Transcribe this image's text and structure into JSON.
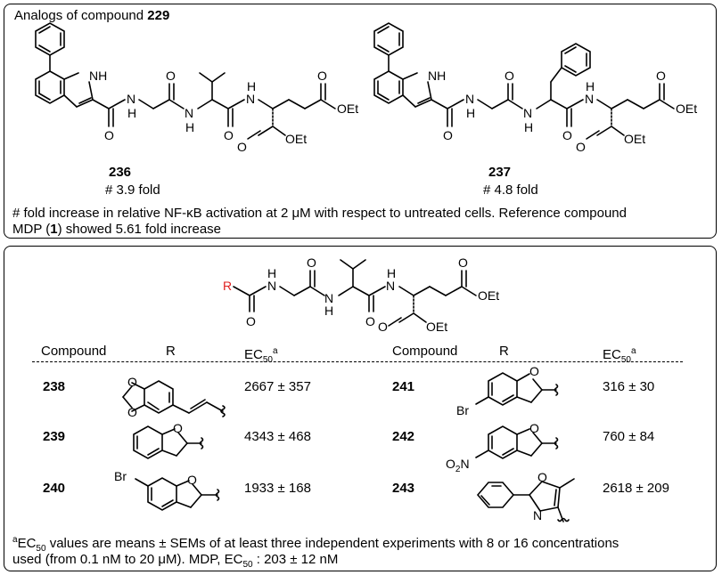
{
  "top_panel": {
    "heading_prefix": "Analogs of compound ",
    "heading_compound": "229",
    "compounds": [
      {
        "id": "236",
        "activity": "# 3.9 fold"
      },
      {
        "id": "237",
        "activity": "# 4.8 fold"
      }
    ],
    "footnote_line1": "# fold increase in relative NF-κB activation at 2 μM with respect to untreated cells. Reference compound",
    "footnote_line2_prefix": "MDP (",
    "footnote_line2_ref": "1",
    "footnote_line2_suffix": ") showed 5.61 fold increase"
  },
  "atom_labels": {
    "nh": "NH",
    "n": "N",
    "h": "H",
    "o": "O",
    "oet": "OEt",
    "r": "R",
    "br": "Br",
    "no2_prefix": "O",
    "no2_sub": "2",
    "no2_suffix": "N"
  },
  "table": {
    "headers": {
      "compound": "Compound",
      "r": "R",
      "ec50": "EC",
      "ec50_sub": "50",
      "ec50_sup": "a"
    },
    "rows_left": [
      {
        "compound": "238",
        "ec50": "2667 ± 357"
      },
      {
        "compound": "239",
        "ec50": "4343 ± 468"
      },
      {
        "compound": "240",
        "ec50": "1933 ± 168"
      }
    ],
    "rows_right": [
      {
        "compound": "241",
        "ec50": "316 ± 30"
      },
      {
        "compound": "242",
        "ec50": "760 ± 84"
      },
      {
        "compound": "243",
        "ec50": "2618 ± 209"
      }
    ],
    "footnote_sup": "a",
    "footnote_ec": "EC",
    "footnote_sub": "50",
    "footnote_line1_rest": " values are means ± SEMs of at least three independent experiments with 8 or 16 concentrations",
    "footnote_line2_a": "used (from 0.1 nM to 20 μM). MDP, EC",
    "footnote_line2_sub": "50",
    "footnote_line2_b": " : 203 ± 12 nM"
  },
  "colors": {
    "r_group": "#e02020",
    "border": "#000000"
  }
}
